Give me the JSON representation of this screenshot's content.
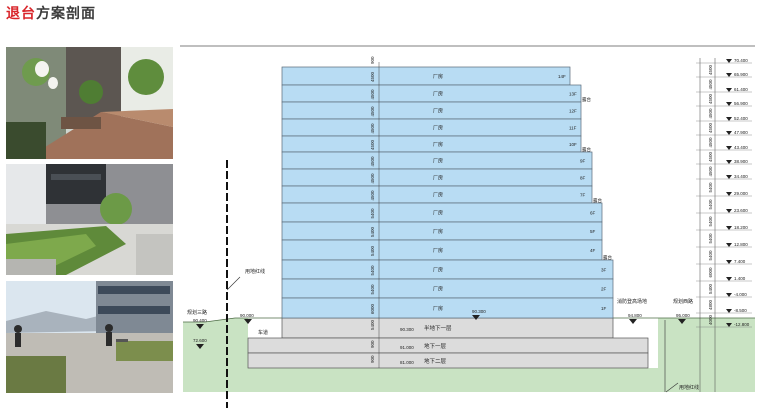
{
  "page": {
    "title_accent": "退台",
    "title_rest": "方案剖面"
  },
  "colors": {
    "accent": "#d9252a",
    "floor_fill": "#b8dcf3",
    "floor_stroke": "#5a6a78",
    "basement_fill": "#dcdcdc",
    "ground_fill": "#c9e3c3"
  },
  "photos": [
    {
      "name": "roof-terrace-photo-1",
      "subject": "wooden deck terrace with planters and lanterns"
    },
    {
      "name": "roof-terrace-photo-2",
      "subject": "green roof lawn beside industrial building"
    },
    {
      "name": "roof-terrace-photo-3",
      "subject": "rooftop terrace with seating and mountain view"
    }
  ],
  "section": {
    "floors_above": [
      {
        "height": "4500",
        "use": "厂房",
        "level": "14F"
      },
      {
        "height": "4500",
        "use": "厂房",
        "level": "13F",
        "note": "露台"
      },
      {
        "height": "4500",
        "use": "厂房",
        "level": "12F"
      },
      {
        "height": "4500",
        "use": "厂房",
        "level": "11F"
      },
      {
        "height": "4500",
        "use": "厂房",
        "level": "10F",
        "note": "露台"
      },
      {
        "height": "4500",
        "use": "厂房",
        "level": "9F"
      },
      {
        "height": "4500",
        "use": "厂房",
        "level": "8F"
      },
      {
        "height": "4500",
        "use": "厂房",
        "level": "7F",
        "note": "露台"
      },
      {
        "height": "5400",
        "use": "厂房",
        "level": "6F"
      },
      {
        "height": "5400",
        "use": "厂房",
        "level": "5F"
      },
      {
        "height": "5400",
        "use": "厂房",
        "level": "4F",
        "note": "露台"
      },
      {
        "height": "5400",
        "use": "厂房",
        "level": "3F"
      },
      {
        "height": "5400",
        "use": "厂房",
        "level": "2F"
      },
      {
        "height": "6000",
        "use": "厂房",
        "level": "1F"
      }
    ],
    "parapet_height": "900",
    "basements": [
      {
        "height": "5400",
        "name": "半地下一层",
        "elev": "90.300"
      },
      {
        "height": "900",
        "name": "地下一层",
        "elev": "91.000"
      },
      {
        "height": "900",
        "name": "地下二层",
        "elev": "81.000"
      }
    ],
    "labels": {
      "redline_top": "用地红线",
      "redline_bottom": "用地红线",
      "road_left": "规划三路",
      "road_right": "规划西路",
      "lane": "车道",
      "fire_lane": "消防登高场地"
    },
    "elevations": {
      "left_outer": "90.400",
      "left_inner": "90.000",
      "left_low": "72.600",
      "ground_floor": "90.300",
      "right_inner": "94.800",
      "right_outer": "95.000"
    },
    "right_scale": {
      "heights": [
        "4500",
        "4500",
        "4500",
        "4500",
        "4500",
        "4500",
        "4500",
        "4500",
        "5400",
        "5400",
        "5400",
        "5400",
        "5400",
        "6000",
        "5400",
        "4800",
        "4000"
      ],
      "elevations": [
        "70.400",
        "65.900",
        "61.400",
        "56.900",
        "52.400",
        "47.900",
        "43.400",
        "38.900",
        "34.400",
        "29.000",
        "23.600",
        "18.200",
        "12.800",
        "7.400",
        "1.400",
        "-4.000",
        "-8.500",
        "-12.800"
      ]
    }
  }
}
